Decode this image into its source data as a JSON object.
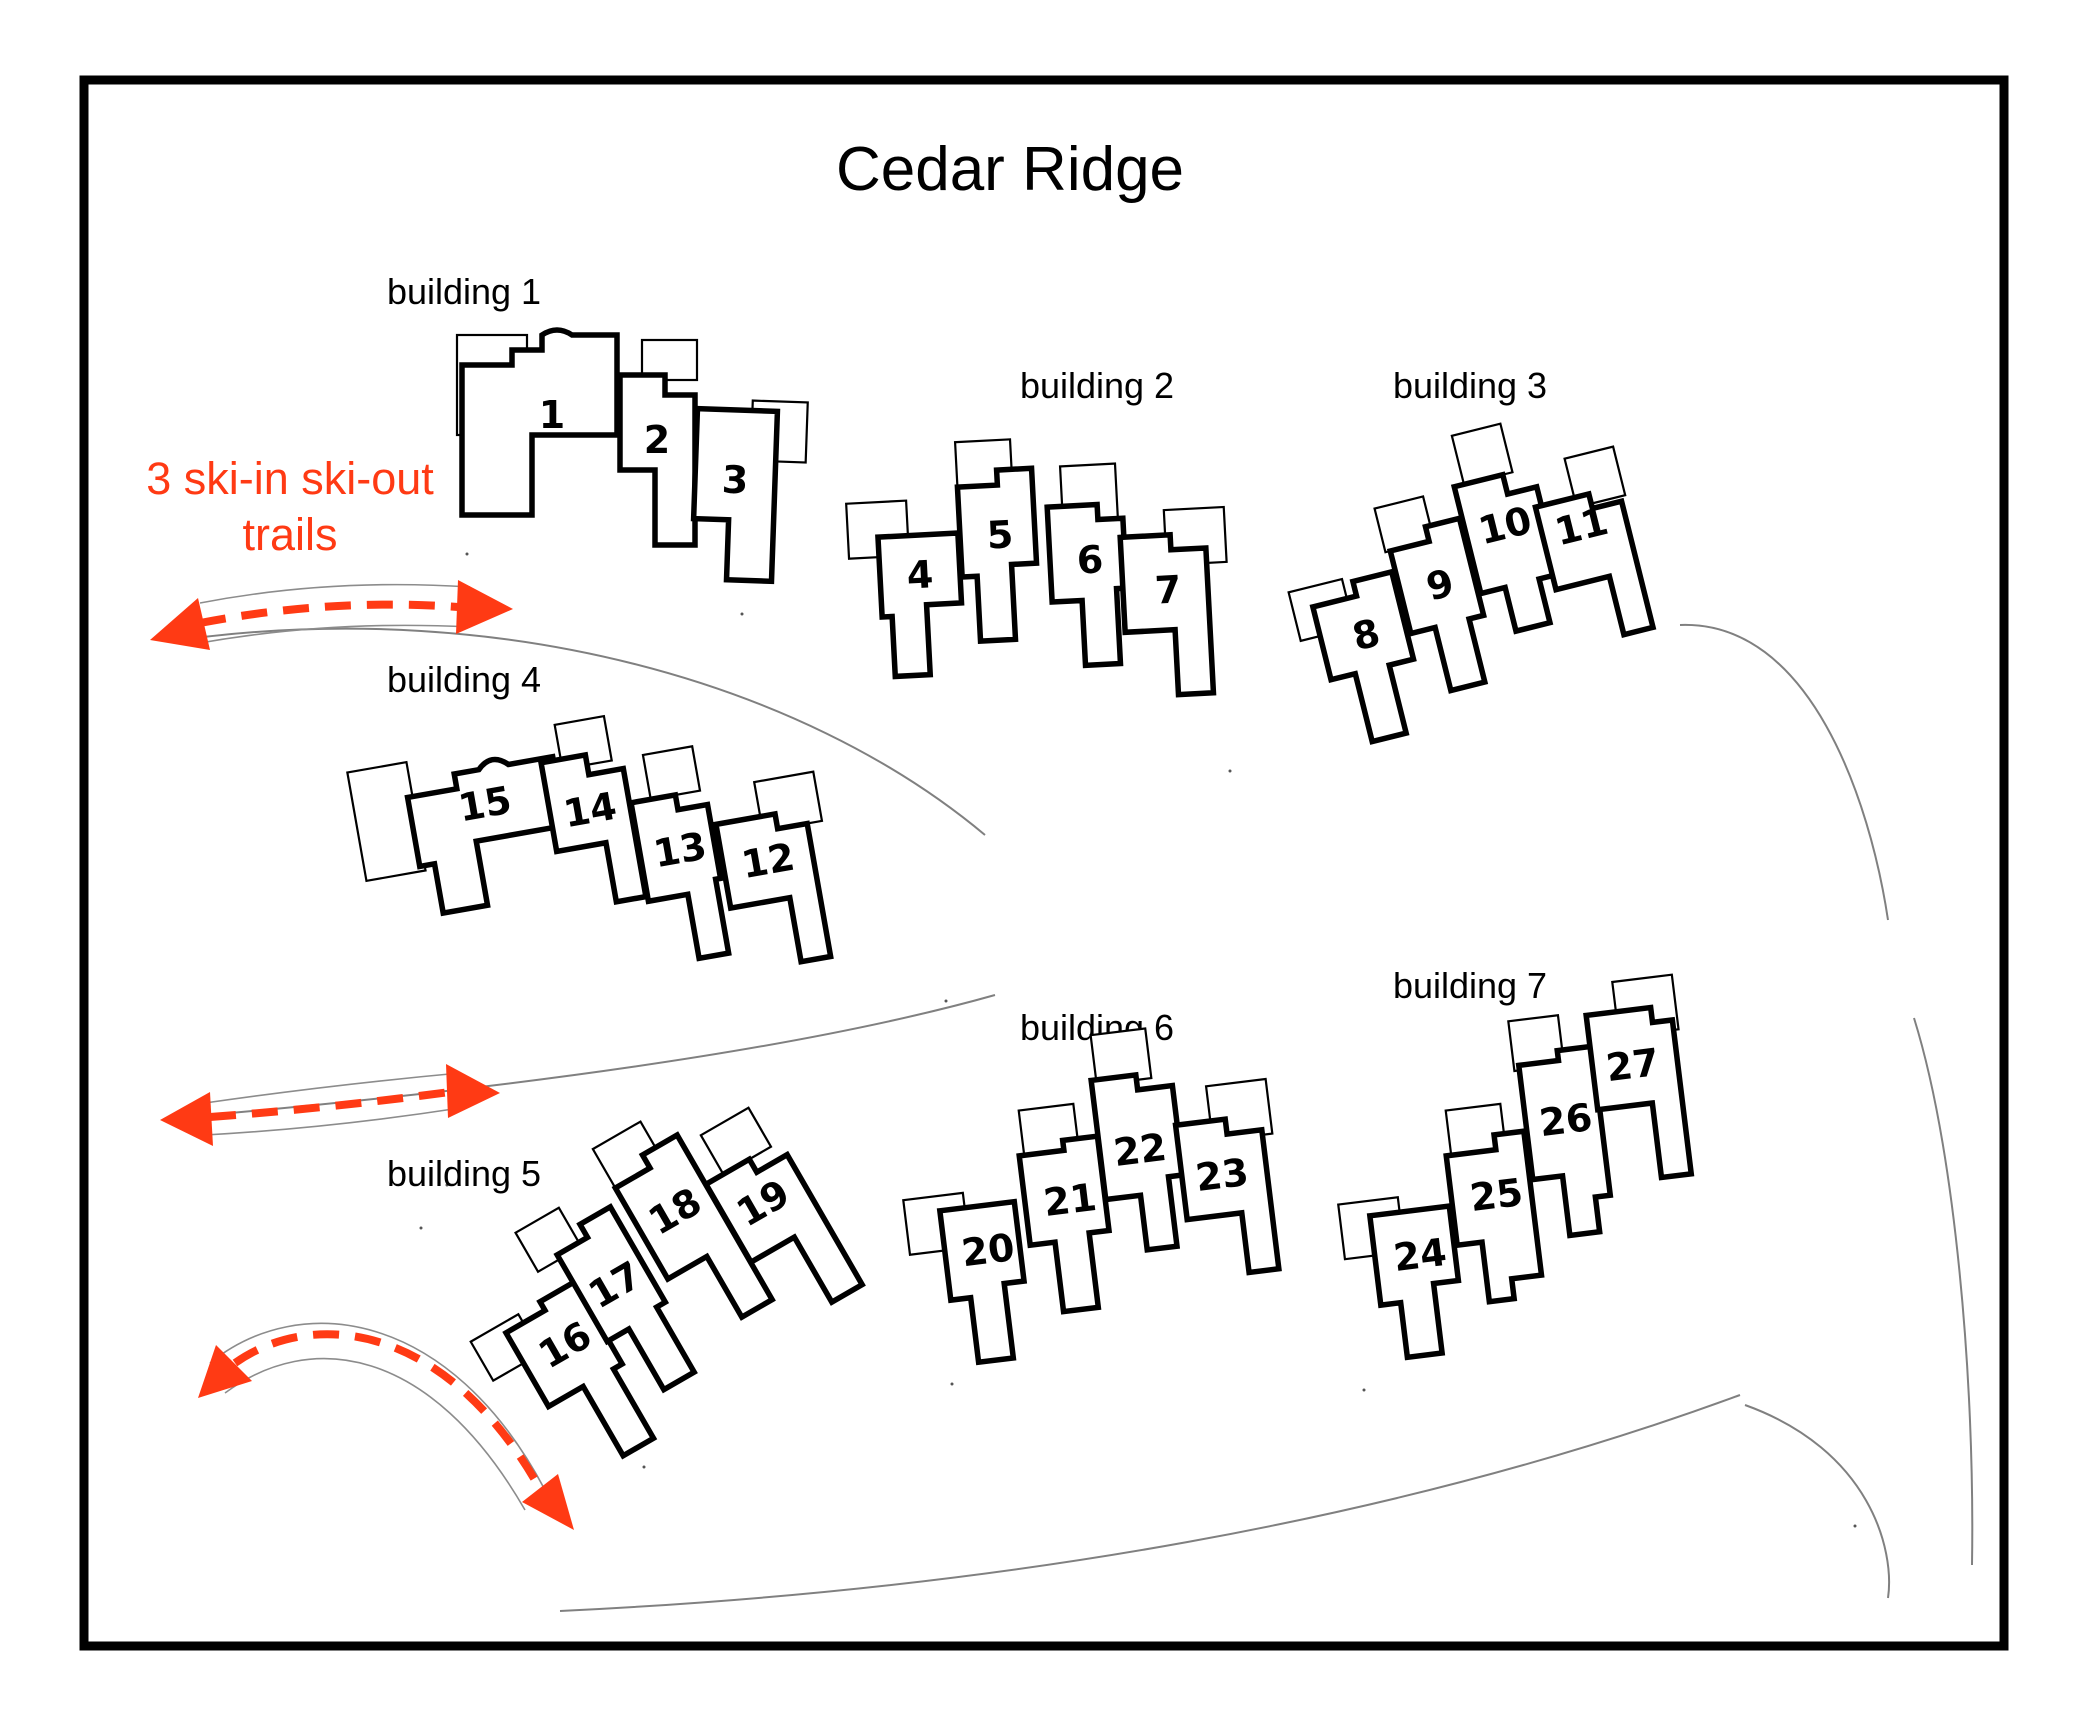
{
  "map": {
    "title": "Cedar Ridge",
    "legend": {
      "line1": "3 ski-in ski-out",
      "line2": "trails",
      "trail_count": 3,
      "color": "#ff3a14"
    },
    "buildings": [
      {
        "label": "building 1",
        "units": [
          "1",
          "2",
          "3"
        ]
      },
      {
        "label": "building 2",
        "units": [
          "4",
          "5",
          "6",
          "7"
        ]
      },
      {
        "label": "building 3",
        "units": [
          "8",
          "9",
          "10",
          "11"
        ]
      },
      {
        "label": "building 4",
        "units": [
          "15",
          "14",
          "13",
          "12"
        ]
      },
      {
        "label": "building 5",
        "units": [
          "16",
          "17",
          "18",
          "19"
        ]
      },
      {
        "label": "building 6",
        "units": [
          "20",
          "21",
          "22",
          "23"
        ]
      },
      {
        "label": "building 7",
        "units": [
          "24",
          "25",
          "26",
          "27"
        ]
      }
    ],
    "colors": {
      "trail_arrow": "#ff3a14",
      "outline": "#000000",
      "path_line": "#808080"
    }
  }
}
